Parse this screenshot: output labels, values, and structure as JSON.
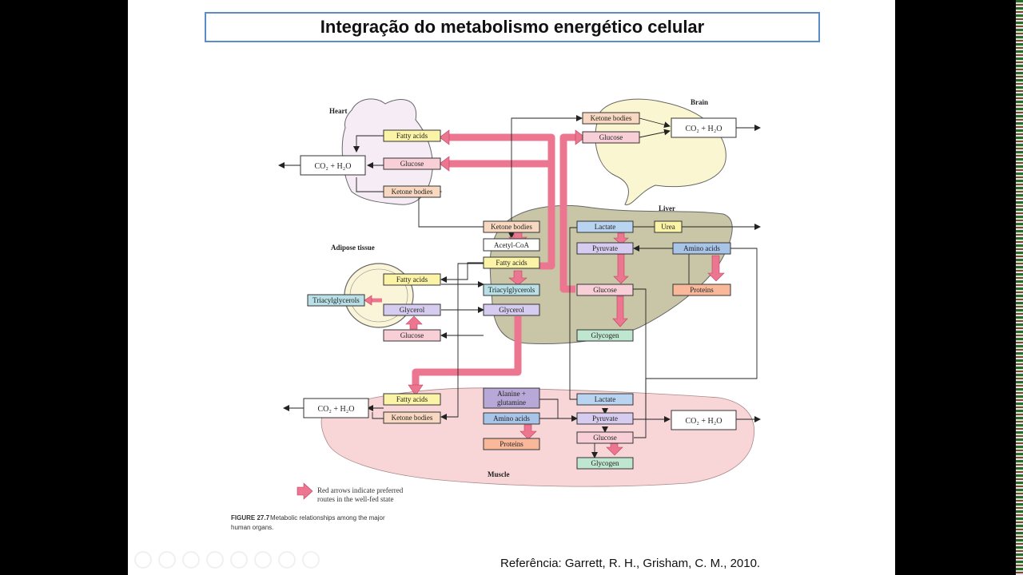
{
  "slide": {
    "title": "Integração do metabolismo energético celular",
    "reference": "Referência: Garrett, R. H., Grisham, C. M., 2010."
  },
  "diagram": {
    "organs": {
      "heart": "Heart",
      "brain": "Brain",
      "liver": "Liver",
      "adipose": "Adipose tissue",
      "muscle": "Muscle"
    },
    "nodes": {
      "heart_fatty_acids": "Fatty acids",
      "heart_glucose": "Glucose",
      "heart_ketone_bodies": "Ketone bodies",
      "brain_ketone_bodies": "Ketone bodies",
      "brain_glucose": "Glucose",
      "liver_ketone_bodies": "Ketone bodies",
      "liver_acetyl_coa": "Acetyl-CoA",
      "liver_fatty_acids": "Fatty acids",
      "liver_triacylglycerols": "Triacylglycerols",
      "liver_glycerol": "Glycerol",
      "liver_lactate": "Lactate",
      "liver_pyruvate": "Pyruvate",
      "liver_glucose": "Glucose",
      "liver_glycogen": "Glycogen",
      "liver_urea": "Urea",
      "liver_amino_acids": "Amino acids",
      "liver_proteins": "Proteins",
      "adipose_fatty_acids": "Fatty acids",
      "adipose_triacylglycerols": "Triacylglycerols",
      "adipose_glycerol": "Glycerol",
      "adipose_glucose": "Glucose",
      "muscle_fatty_acids": "Fatty acids",
      "muscle_ketone_bodies": "Ketone bodies",
      "muscle_alanine_glutamine_1": "Alanine +",
      "muscle_alanine_glutamine_2": "glutamine",
      "muscle_amino_acids": "Amino acids",
      "muscle_proteins": "Proteins",
      "muscle_lactate": "Lactate",
      "muscle_pyruvate": "Pyruvate",
      "muscle_glucose": "Glucose",
      "muscle_glycogen": "Glycogen"
    },
    "co2_label": "CO₂ + H₂O",
    "legend": {
      "line1": "Red arrows indicate preferred",
      "line2": "routes in the well-fed state"
    },
    "caption": {
      "figure": "FIGURE 27.7",
      "line1": "Metabolic relationships among the major",
      "line2": "human organs."
    },
    "colors": {
      "fatty_acids": "#fbf3a6",
      "glucose": "#f8cfd6",
      "ketone_bodies": "#f8d8c0",
      "lactate": "#b8d4f0",
      "pyruvate": "#d6ccef",
      "glycogen": "#bfe6cf",
      "triacylglycerols": "#b8e0e6",
      "proteins": "#f9b89a",
      "urea": "#fbf3a6",
      "amino_acids": "#a8c4e8",
      "alanine_glutamine": "#b8a8d8",
      "preferred_arrow": "#ec7690",
      "liver_fill": "#c9c6a8",
      "brain_fill": "#fbf6d2",
      "heart_fill": "#f6ecf6",
      "muscle_fill": "#f8d6d8"
    }
  }
}
